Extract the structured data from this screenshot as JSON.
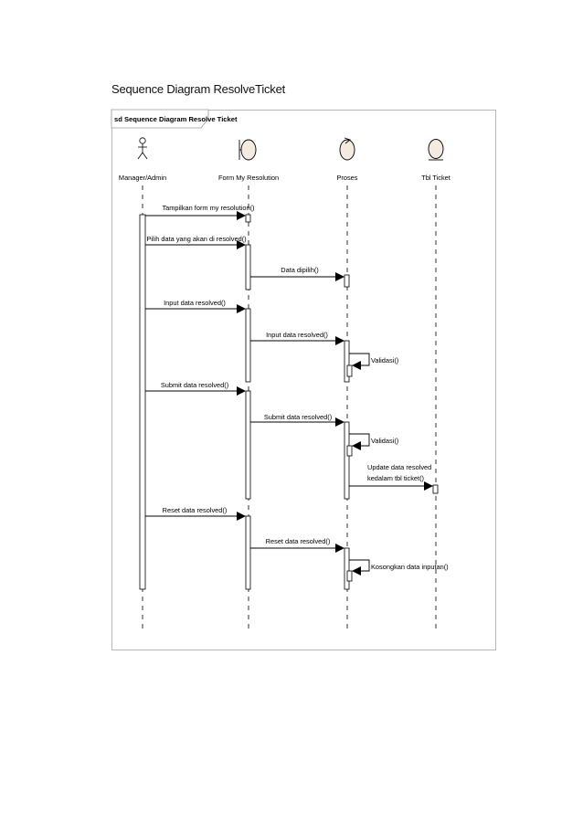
{
  "heading": "Sequence Diagram ResolveTicket",
  "frame_title": "sd Sequence Diagram Resolve Ticket",
  "participants": {
    "actor": "Manager/Admin",
    "boundary": "Form My Resolution",
    "control": "Proses",
    "entity": "Tbl Ticket"
  },
  "messages": {
    "m1": "Tampilkan form my resolution()",
    "m2": "Pilih data yang akan di resolved()",
    "m3": "Data dipilih()",
    "m4": "Input data resolved()",
    "m5": "Input data resolved()",
    "m6": "Validasi()",
    "m7": "Submit data resolved()",
    "m8": "Submit data resolved()",
    "m9": "Validasi()",
    "m10_line1": "Update data resolved",
    "m10_line2": "kedalam tbl ticket()",
    "m11": "Reset data resolved()",
    "m12": "Reset data resolved()",
    "m13": "Kosongkan data inputan()"
  }
}
